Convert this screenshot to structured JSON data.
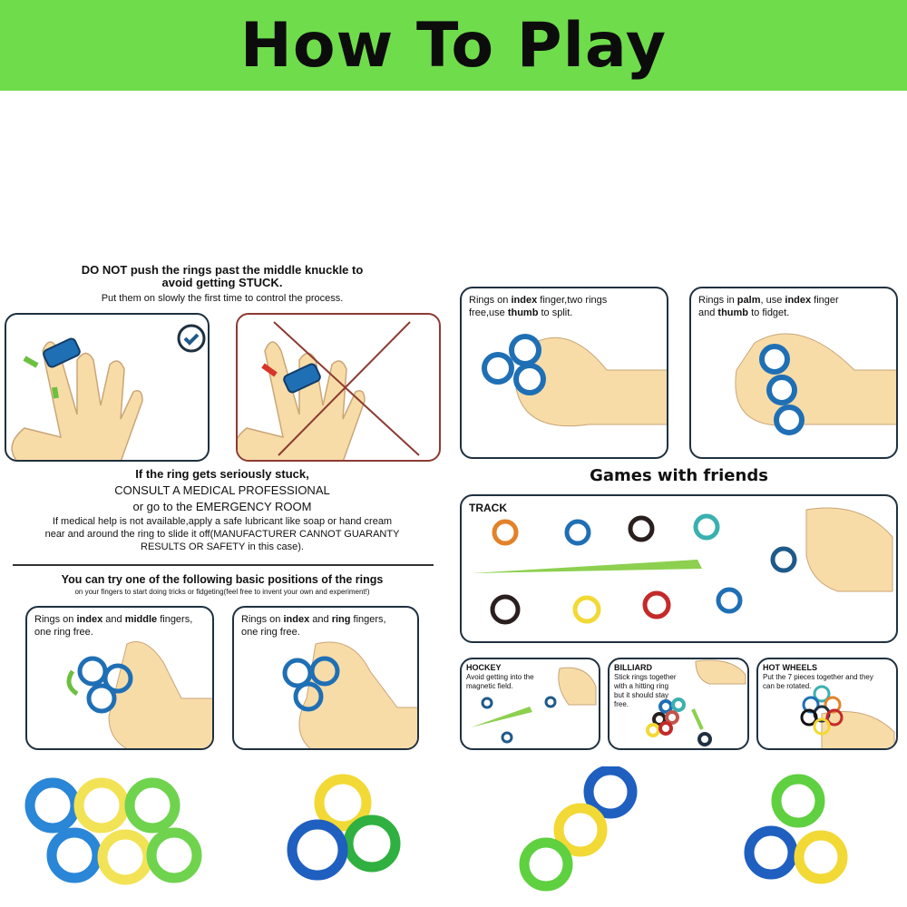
{
  "header": {
    "title": "How To Play",
    "color": "#6fdc4c"
  },
  "warning": {
    "title_line1": "DO NOT push the rings past the middle knuckle to",
    "title_line2": "avoid getting STUCK.",
    "subtitle": "Put them on slowly the first time to control the process.",
    "stuck_line1": "If the ring gets seriously stuck,",
    "stuck_line2": "CONSULT A MEDICAL PROFESSIONAL",
    "stuck_line3": "or go to the EMERGENCY ROOM",
    "help_line1": "If medical help is not available,apply a safe lubricant like soap or hand cream",
    "help_line2": "near and around the ring to slide it off(MANUFACTURER CANNOT GUARANTY",
    "help_line3": "RESULTS OR SAFETY in this case)."
  },
  "positions": {
    "title": "You can try one of the following basic positions of the rings",
    "subtitle": "on your fingers to start doing tricks or fidgeting(feel free to invent your own and experiment!)",
    "index_middle": {
      "pre": "Rings on ",
      "b1": "index",
      "mid": " and ",
      "b2": "middle",
      "post": " fingers,",
      "line2": "one ring free."
    },
    "index_ring": {
      "pre": "Rings on ",
      "b1": "index",
      "mid": " and ",
      "b2": "ring",
      "post": " fingers,",
      "line2": "one ring free."
    },
    "index_thumb": {
      "pre": "Rings on ",
      "b1": "index",
      "mid": " finger,two rings",
      "line2pre": "free,use ",
      "b2": "thumb",
      "line2post": " to split."
    },
    "palm": {
      "pre": "Rings in ",
      "b1": "palm",
      "mid": ", use ",
      "b2": "index",
      "post": " finger",
      "line2pre": "and ",
      "b3": "thumb",
      "line2post": " to fidget."
    }
  },
  "games": {
    "title": "Games with friends",
    "track": {
      "label": "TRACK"
    },
    "hockey": {
      "label": "HOCKEY",
      "desc1": "Avoid getting into the",
      "desc2": "magnetic field."
    },
    "billiard": {
      "label": "BILLIARD",
      "desc1": "Stick rings together",
      "desc2": "with a hitting ring",
      "desc3": "but it should stay",
      "desc4": "free."
    },
    "hot_wheels": {
      "label": "HOT WHEELS",
      "desc1": "Put the 7 pieces together and they",
      "desc2": "can be rotated."
    }
  },
  "colors": {
    "ring_blue": "#1f6fb5",
    "ring_yellow": "#f2d935",
    "ring_green": "#55c840",
    "skin": "#f8dca8"
  }
}
